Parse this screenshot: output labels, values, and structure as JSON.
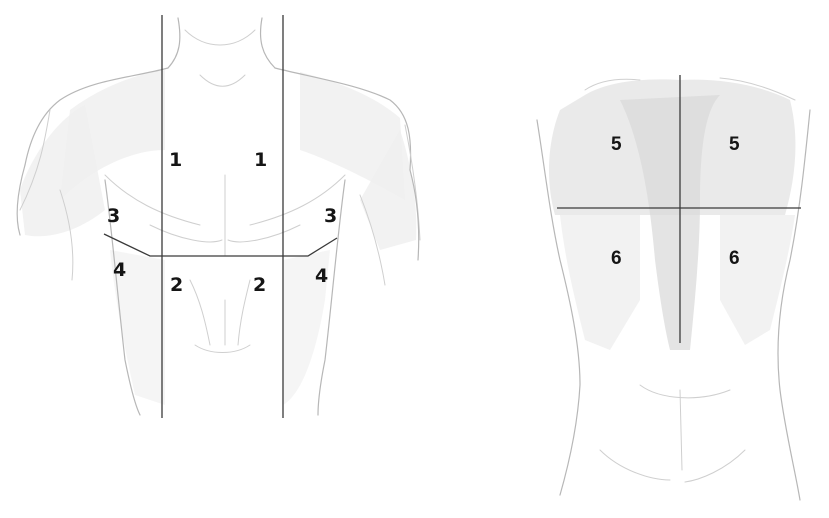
{
  "front_view": {
    "labels": {
      "zone_1_left": "1",
      "zone_1_right": "1",
      "zone_2_left": "2",
      "zone_2_right": "2",
      "zone_3_left": "3",
      "zone_3_right": "3",
      "zone_4_left": "4",
      "zone_4_right": "4"
    }
  },
  "back_view": {
    "labels": {
      "zone_5_left": "5",
      "zone_5_right": "5",
      "zone_6_left": "6",
      "zone_6_right": "6"
    }
  },
  "colors": {
    "background": "#ffffff",
    "divider_line": "#3a3a3a",
    "sketch_shading": "#c8c8c8",
    "label_text": "#151515"
  }
}
